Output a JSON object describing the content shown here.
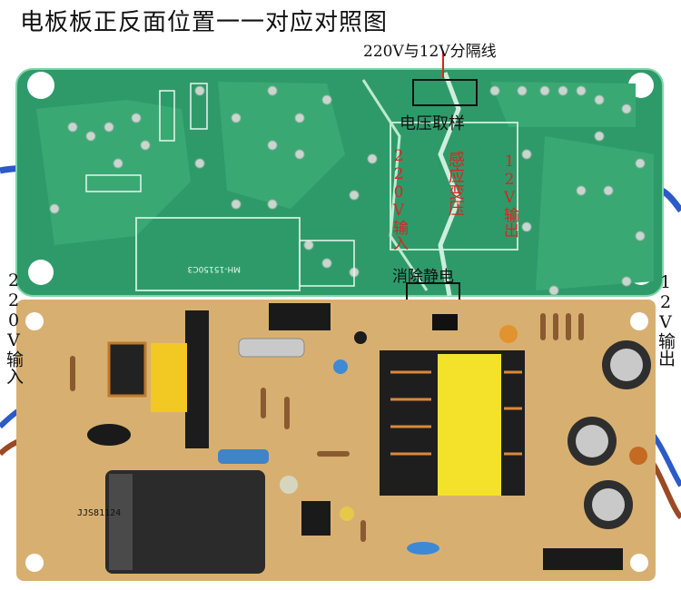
{
  "title": "电板板正反面位置一一对应对照图",
  "labels": {
    "isolation_line": "220V与12V分隔线",
    "voltage_sampling": "电压取样",
    "input_220v_inside": "220V输入",
    "induction_transformer": "感应变压",
    "output_12v_inside": "12V输出",
    "static_elimination": "消除静电",
    "input_220v_outer": "220V输入",
    "output_12v_outer": "12V输出"
  },
  "silkscreen": {
    "board_code": "JJS81124",
    "top_part_code": "MH-15150C3"
  },
  "colors": {
    "green_board": "#2e9a6a",
    "trace_green": "#5fc28e",
    "tan_board": "#d7b071",
    "red_label": "#d8261f",
    "wire_blue": "#2c5ac8",
    "wire_brown": "#9a4a24"
  }
}
